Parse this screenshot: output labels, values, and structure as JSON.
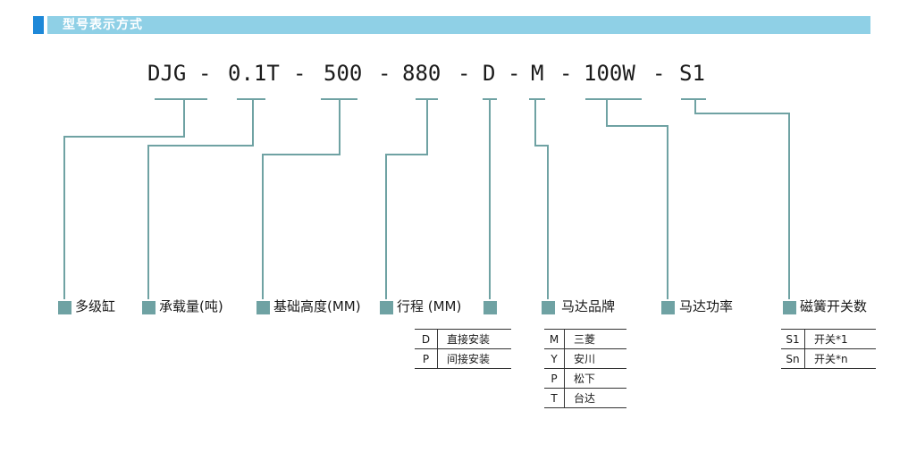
{
  "header": {
    "title": "型号表示方式"
  },
  "code": {
    "segments": [
      "DJG",
      "-",
      "0.1T",
      "-",
      "500",
      "-",
      "880",
      "-",
      "D",
      "-",
      "M",
      "-",
      "100W",
      "-",
      "S1"
    ]
  },
  "labels": [
    "多级缸",
    "承载量(吨)",
    "基础高度(MM)",
    "行程 (MM)",
    "",
    "马达品牌",
    "马达功率",
    "磁簧开关数"
  ],
  "tables": {
    "mount": [
      {
        "key": "D",
        "value": "直接安装"
      },
      {
        "key": "P",
        "value": "间接安装"
      }
    ],
    "motor_brand": [
      {
        "key": "M",
        "value": "三菱"
      },
      {
        "key": "Y",
        "value": "安川"
      },
      {
        "key": "P",
        "value": "松下"
      },
      {
        "key": "T",
        "value": "台达"
      }
    ],
    "switch": [
      {
        "key": "S1",
        "value": "开关*1"
      },
      {
        "key": "Sn",
        "value": "开关*n"
      }
    ]
  },
  "colors": {
    "header_square": "#1e88d8",
    "header_bar": "#8fd0e6",
    "line": "#6fa2a3",
    "marker": "#6fa2a3"
  }
}
